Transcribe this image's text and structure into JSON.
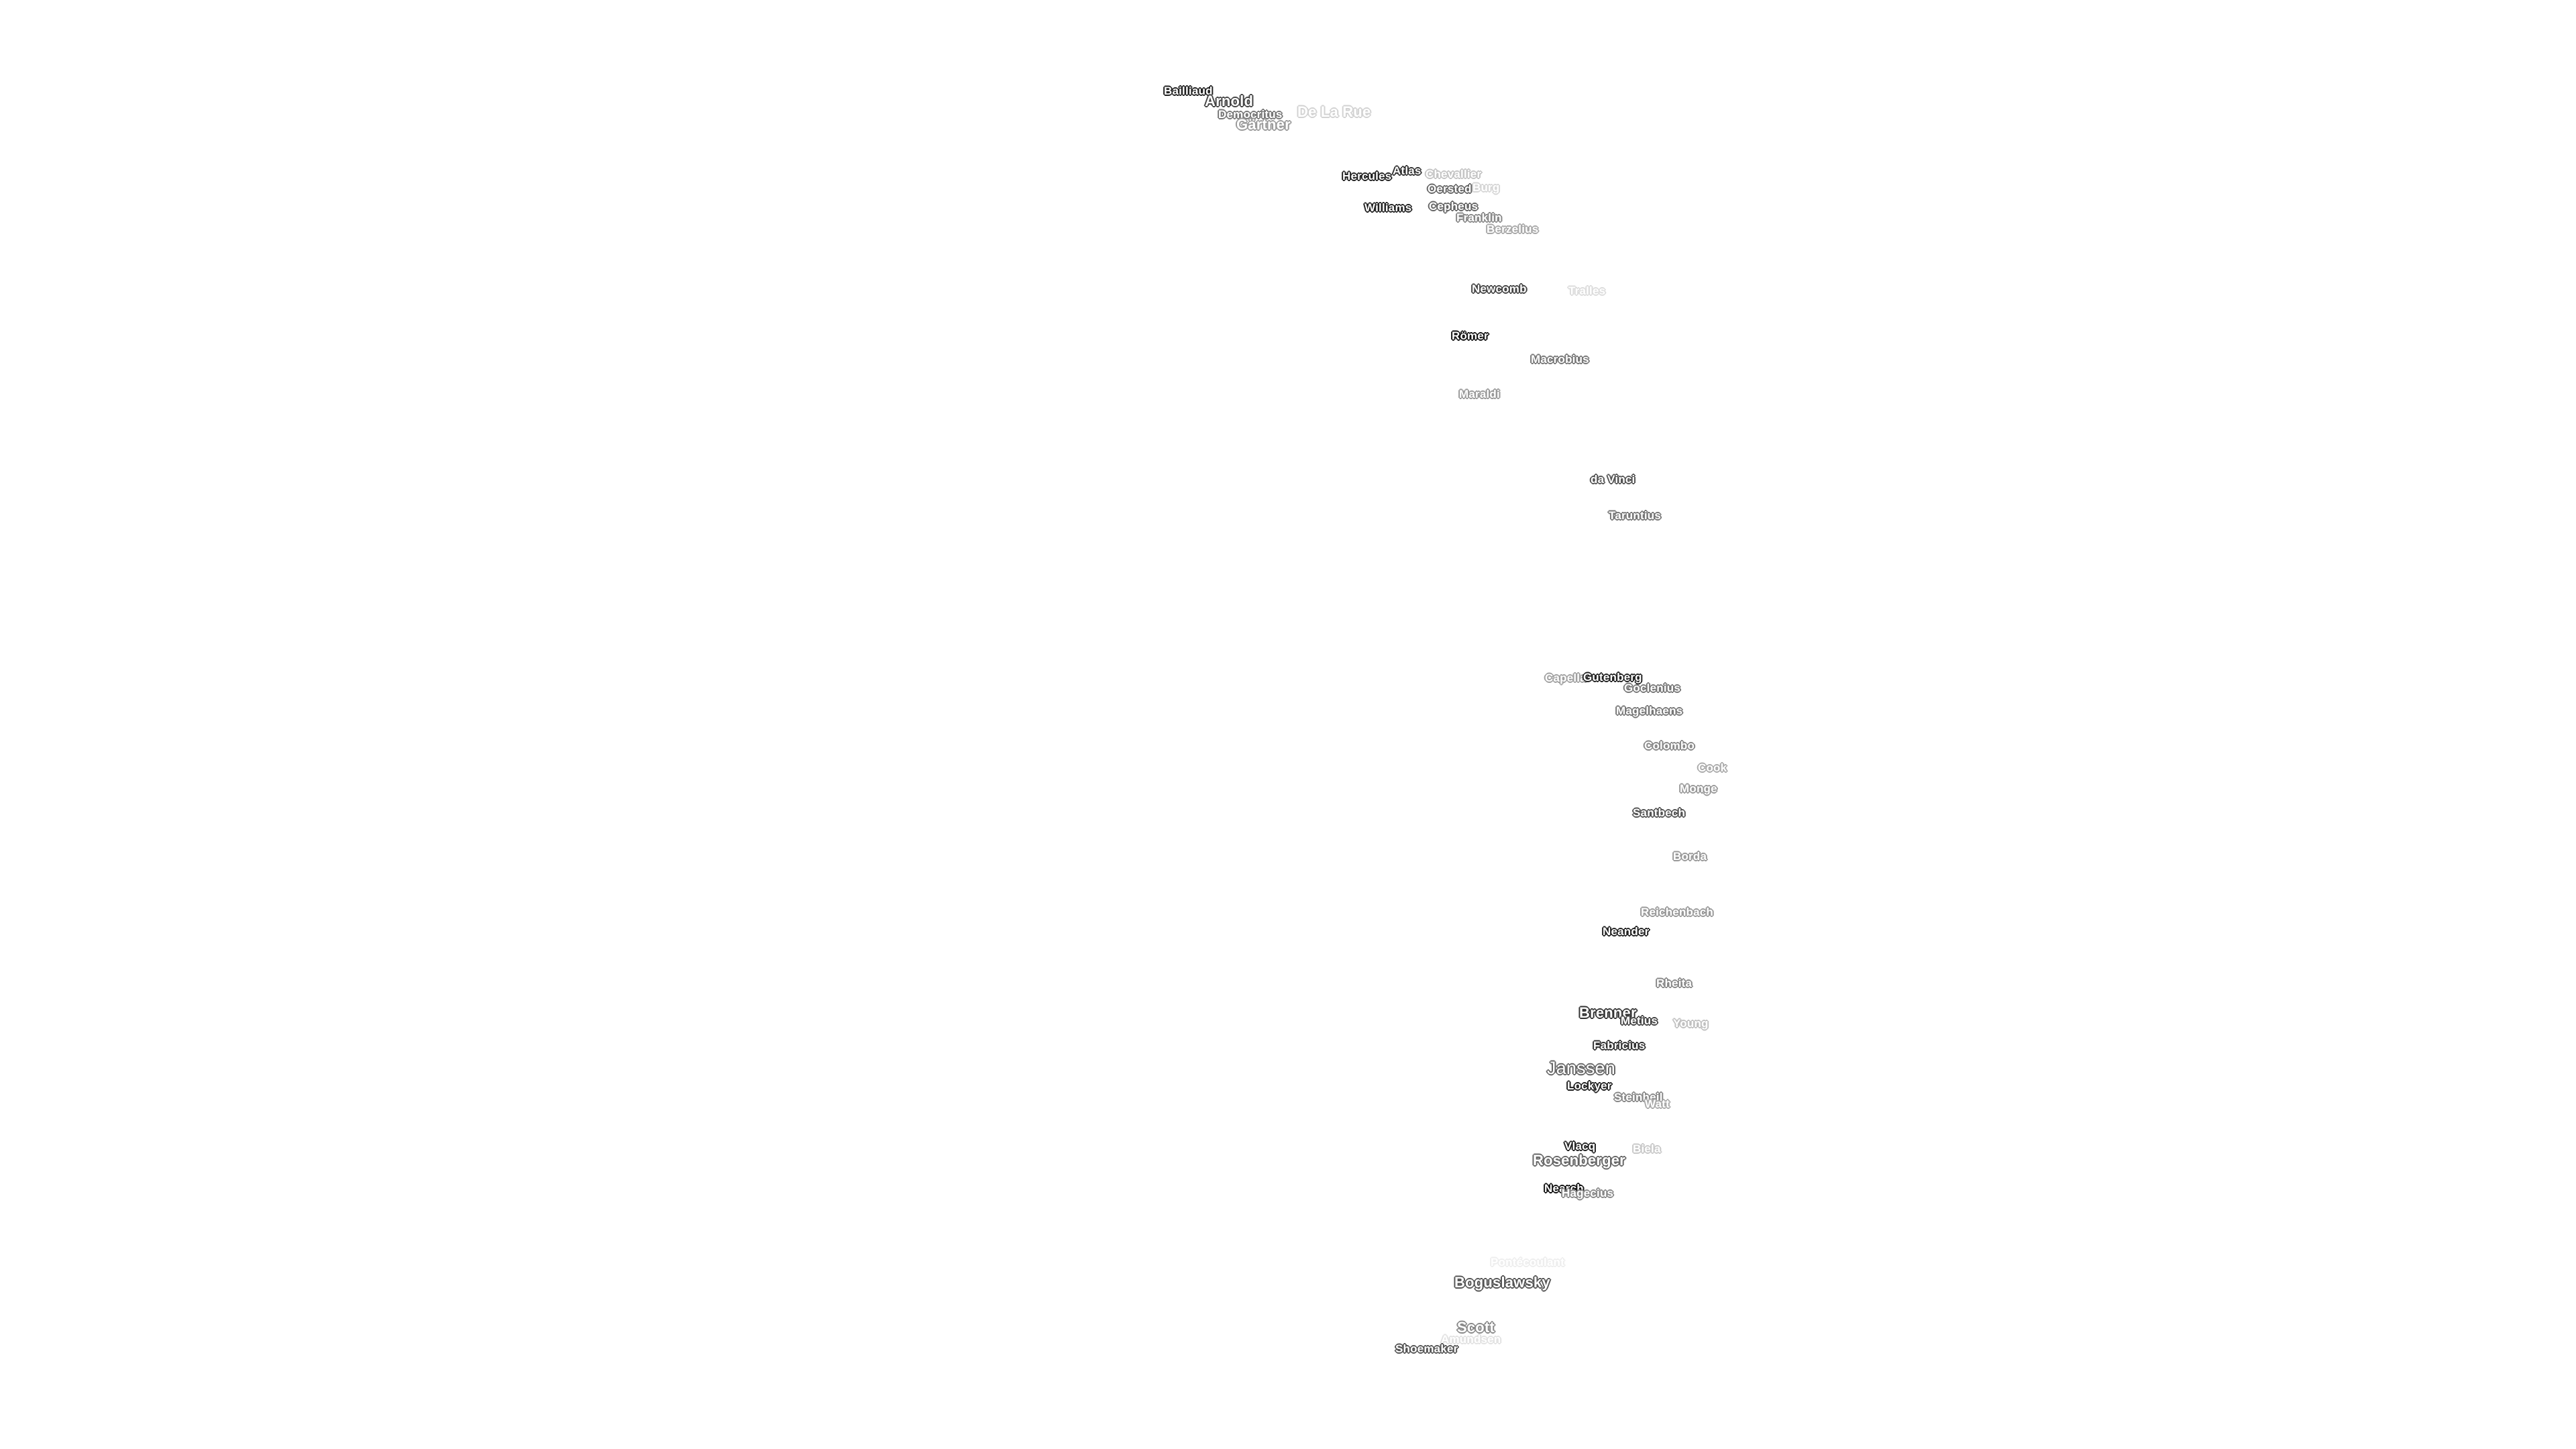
{
  "map": {
    "background": "#ffffff",
    "labels": [
      {
        "name": "Bailliaud",
        "shade": "#222222"
      },
      {
        "name": "Arnold",
        "shade": "#444444"
      },
      {
        "name": "Democritus",
        "shade": "#777777"
      },
      {
        "name": "Gärtner",
        "shade": "#9a9a9a"
      },
      {
        "name": "De La Rue",
        "shade": "#d2d2d2"
      },
      {
        "name": "Hercules",
        "shade": "#222222"
      },
      {
        "name": "Atlas",
        "shade": "#333333"
      },
      {
        "name": "Chevallier",
        "shade": "#c4c4c4"
      },
      {
        "name": "Burg",
        "shade": "#d6d6d6"
      },
      {
        "name": "Oersted",
        "shade": "#666666"
      },
      {
        "name": "Williams",
        "shade": "#222222"
      },
      {
        "name": "Cepheus",
        "shade": "#666666"
      },
      {
        "name": "Franklin",
        "shade": "#888888"
      },
      {
        "name": "Berzelius",
        "shade": "#a8a8a8"
      },
      {
        "name": "Newcomb",
        "shade": "#444444"
      },
      {
        "name": "Tralles",
        "shade": "#dcdcdc"
      },
      {
        "name": "Römer",
        "shade": "#111111"
      },
      {
        "name": "Macrobius",
        "shade": "#777777"
      },
      {
        "name": "Maraldi",
        "shade": "#999999"
      },
      {
        "name": "da Vinci",
        "shade": "#555555"
      },
      {
        "name": "Taruntius",
        "shade": "#777777"
      },
      {
        "name": "Capella",
        "shade": "#a0a0a0"
      },
      {
        "name": "Gutenberg",
        "shade": "#222222"
      },
      {
        "name": "Goclenius",
        "shade": "#777777"
      },
      {
        "name": "Magelhaens",
        "shade": "#777777"
      },
      {
        "name": "Colombo",
        "shade": "#888888"
      },
      {
        "name": "Cook",
        "shade": "#aaaaaa"
      },
      {
        "name": "Monge",
        "shade": "#999999"
      },
      {
        "name": "Santbech",
        "shade": "#555555"
      },
      {
        "name": "Borda",
        "shade": "#999999"
      },
      {
        "name": "Reichenbach",
        "shade": "#999999"
      },
      {
        "name": "Neander",
        "shade": "#222222"
      },
      {
        "name": "Rheita",
        "shade": "#888888"
      },
      {
        "name": "Brenner",
        "shade": "#333333"
      },
      {
        "name": "Metius",
        "shade": "#444444"
      },
      {
        "name": "Young",
        "shade": "#c0c0c0"
      },
      {
        "name": "Fabricius",
        "shade": "#333333"
      },
      {
        "name": "Janssen",
        "shade": "#666666"
      },
      {
        "name": "Lockyer",
        "shade": "#222222"
      },
      {
        "name": "Steinheil",
        "shade": "#888888"
      },
      {
        "name": "Watt",
        "shade": "#aaaaaa"
      },
      {
        "name": "Vlacq",
        "shade": "#222222"
      },
      {
        "name": "Biela",
        "shade": "#c8c8c8"
      },
      {
        "name": "Rosenberger",
        "shade": "#666666"
      },
      {
        "name": "Nearch",
        "shade": "#111111"
      },
      {
        "name": "Hagecius",
        "shade": "#888888"
      },
      {
        "name": "Pontécoulant",
        "shade": "#eeeeee"
      },
      {
        "name": "Boguslawsky",
        "shade": "#555555"
      },
      {
        "name": "Scott",
        "shade": "#888888"
      },
      {
        "name": "Amundsen",
        "shade": "#e2e2e2"
      },
      {
        "name": "Shoemaker",
        "shade": "#555555"
      }
    ]
  }
}
